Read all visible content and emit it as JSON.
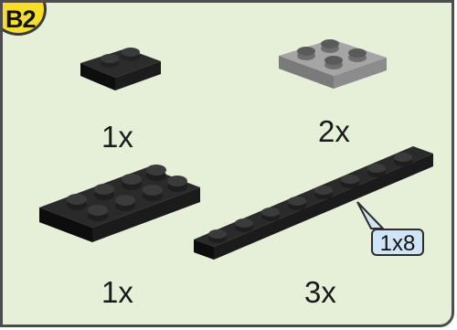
{
  "step": {
    "badge_label": "B2"
  },
  "pieces": [
    {
      "id": "plate-1x2-black",
      "quantity": "1x",
      "color": "#1a1a1a"
    },
    {
      "id": "plate-2x2-gray",
      "quantity": "2x",
      "color": "#9a9a9a"
    },
    {
      "id": "plate-2x4-black",
      "quantity": "1x",
      "color": "#1a1a1a"
    },
    {
      "id": "plate-1x8-black",
      "quantity": "3x",
      "color": "#1a1a1a",
      "size_label": "1x8"
    }
  ],
  "colors": {
    "panel": "#e6efd8",
    "border": "#4c4c4c",
    "badge": "#f8df22",
    "size_tag": "#cfe4f4"
  }
}
